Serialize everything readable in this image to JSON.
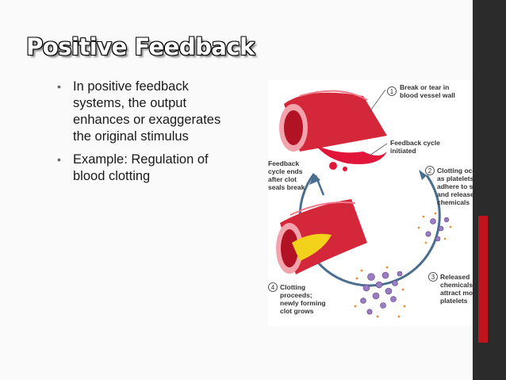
{
  "slide": {
    "title": "Positive Feedback",
    "bullets": [
      "In positive feedback systems, the output enhances or exaggerates the original stimulus",
      "Example: Regulation of blood clotting"
    ]
  },
  "diagram": {
    "steps": [
      {
        "number": "1",
        "lines": [
          "Break or tear in",
          "blood vessel wall"
        ]
      },
      {
        "number": "2",
        "lines": [
          "Clotting occurs",
          "as platelets",
          "adhere to site",
          "and release",
          "chemicals"
        ]
      },
      {
        "number": "3",
        "lines": [
          "Released",
          "chemicals",
          "attract more",
          "platelets"
        ]
      },
      {
        "number": "4",
        "lines": [
          "Clotting",
          "proceeds;",
          "newly forming",
          "clot grows"
        ]
      }
    ],
    "feedback_initiated": [
      "Feedback cycle",
      "initiated"
    ],
    "feedback_ends": [
      "Feedback",
      "cycle ends",
      "after clot",
      "seals break"
    ]
  },
  "colors": {
    "right_band": "#2b2b2b",
    "accent_red": "#c0141c",
    "cycle_arrow": "#4a6e8e",
    "vessel_red": "#d4273a",
    "clot_yellow": "#f2d21b",
    "platelet_purple": "#9a7dc0"
  }
}
